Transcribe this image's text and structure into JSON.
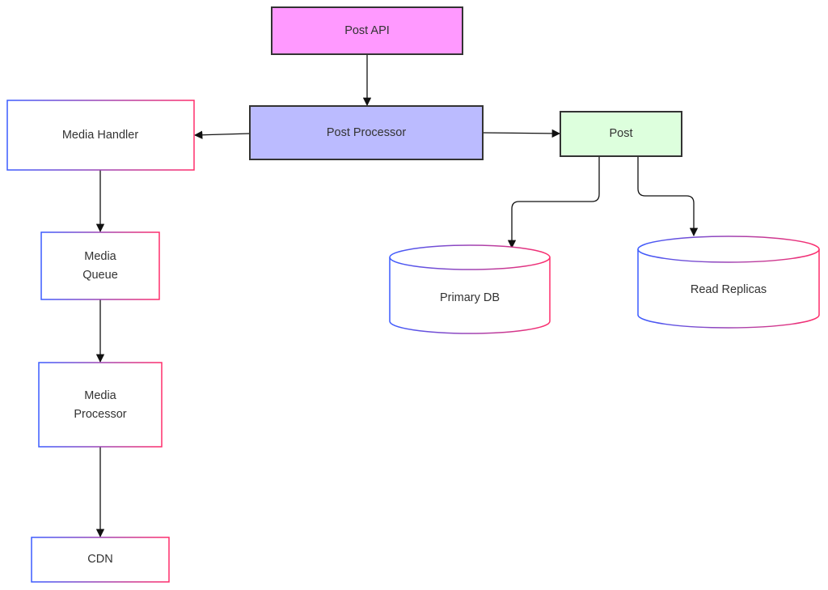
{
  "colors": {
    "post_api_fill": "#ff99ff",
    "post_processor_fill": "#bbbbff",
    "post_fill": "#ddffdd",
    "dark_border": "#333333",
    "gradient_start": "#3b5bff",
    "gradient_end": "#ff2d6b",
    "edge": "#111111",
    "text": "#333333"
  },
  "nodes": {
    "post_api": {
      "label": "Post API"
    },
    "post_processor": {
      "label": "Post Processor"
    },
    "post": {
      "label": "Post"
    },
    "media_handler": {
      "label": "Media Handler"
    },
    "media_queue": {
      "label_line1": "Media",
      "label_line2": "Queue"
    },
    "media_processor": {
      "label_line1": "Media",
      "label_line2": "Processor"
    },
    "cdn": {
      "label": "CDN"
    },
    "primary_db": {
      "label": "Primary DB"
    },
    "read_replicas": {
      "label": "Read Replicas"
    }
  },
  "edges": [
    {
      "from": "post_api",
      "to": "post_processor"
    },
    {
      "from": "post_processor",
      "to": "media_handler"
    },
    {
      "from": "post_processor",
      "to": "post"
    },
    {
      "from": "post",
      "to": "primary_db"
    },
    {
      "from": "post",
      "to": "read_replicas"
    },
    {
      "from": "media_handler",
      "to": "media_queue"
    },
    {
      "from": "media_queue",
      "to": "media_processor"
    },
    {
      "from": "media_processor",
      "to": "cdn"
    }
  ]
}
